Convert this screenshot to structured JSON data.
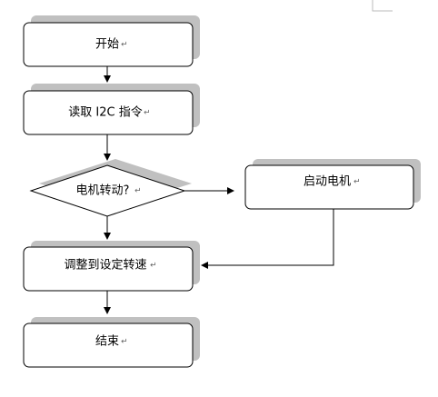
{
  "flowchart": {
    "start": "开始",
    "read_i2c": "读取 I2C 指令",
    "decision": "电机转动?",
    "start_motor": "启动电机",
    "adjust_speed": "调整到设定转速",
    "end": "结束",
    "para_mark": "↵"
  }
}
